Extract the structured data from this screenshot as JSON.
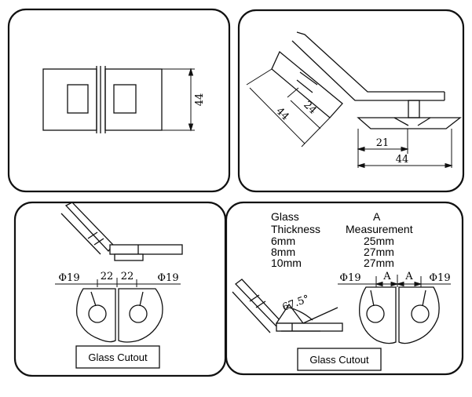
{
  "panel_top_left": {
    "dimension": "44"
  },
  "panel_top_right": {
    "dimension_a": "44",
    "dimension_b": "24",
    "dimension_c": "21",
    "dimension_d": "44"
  },
  "panel_bottom_left": {
    "phi_left": "Φ19",
    "dim_left": "22",
    "dim_right": "22",
    "phi_right": "Φ19",
    "caption": "Glass Cutout"
  },
  "panel_bottom_right": {
    "table": {
      "header_col1_line1": "Glass",
      "header_col1_line2": "Thickness",
      "header_col2_line1": "A",
      "header_col2_line2": "Measurement",
      "rows": [
        {
          "thickness": "6mm",
          "measurement": "25mm"
        },
        {
          "thickness": "8mm",
          "measurement": "27mm"
        },
        {
          "thickness": "10mm",
          "measurement": "27mm"
        }
      ]
    },
    "angle_1": "67.5°",
    "phi_left": "Φ19",
    "dim_left": "A",
    "dim_right": "A",
    "phi_right": "Φ19",
    "caption": "Glass Cutout"
  }
}
